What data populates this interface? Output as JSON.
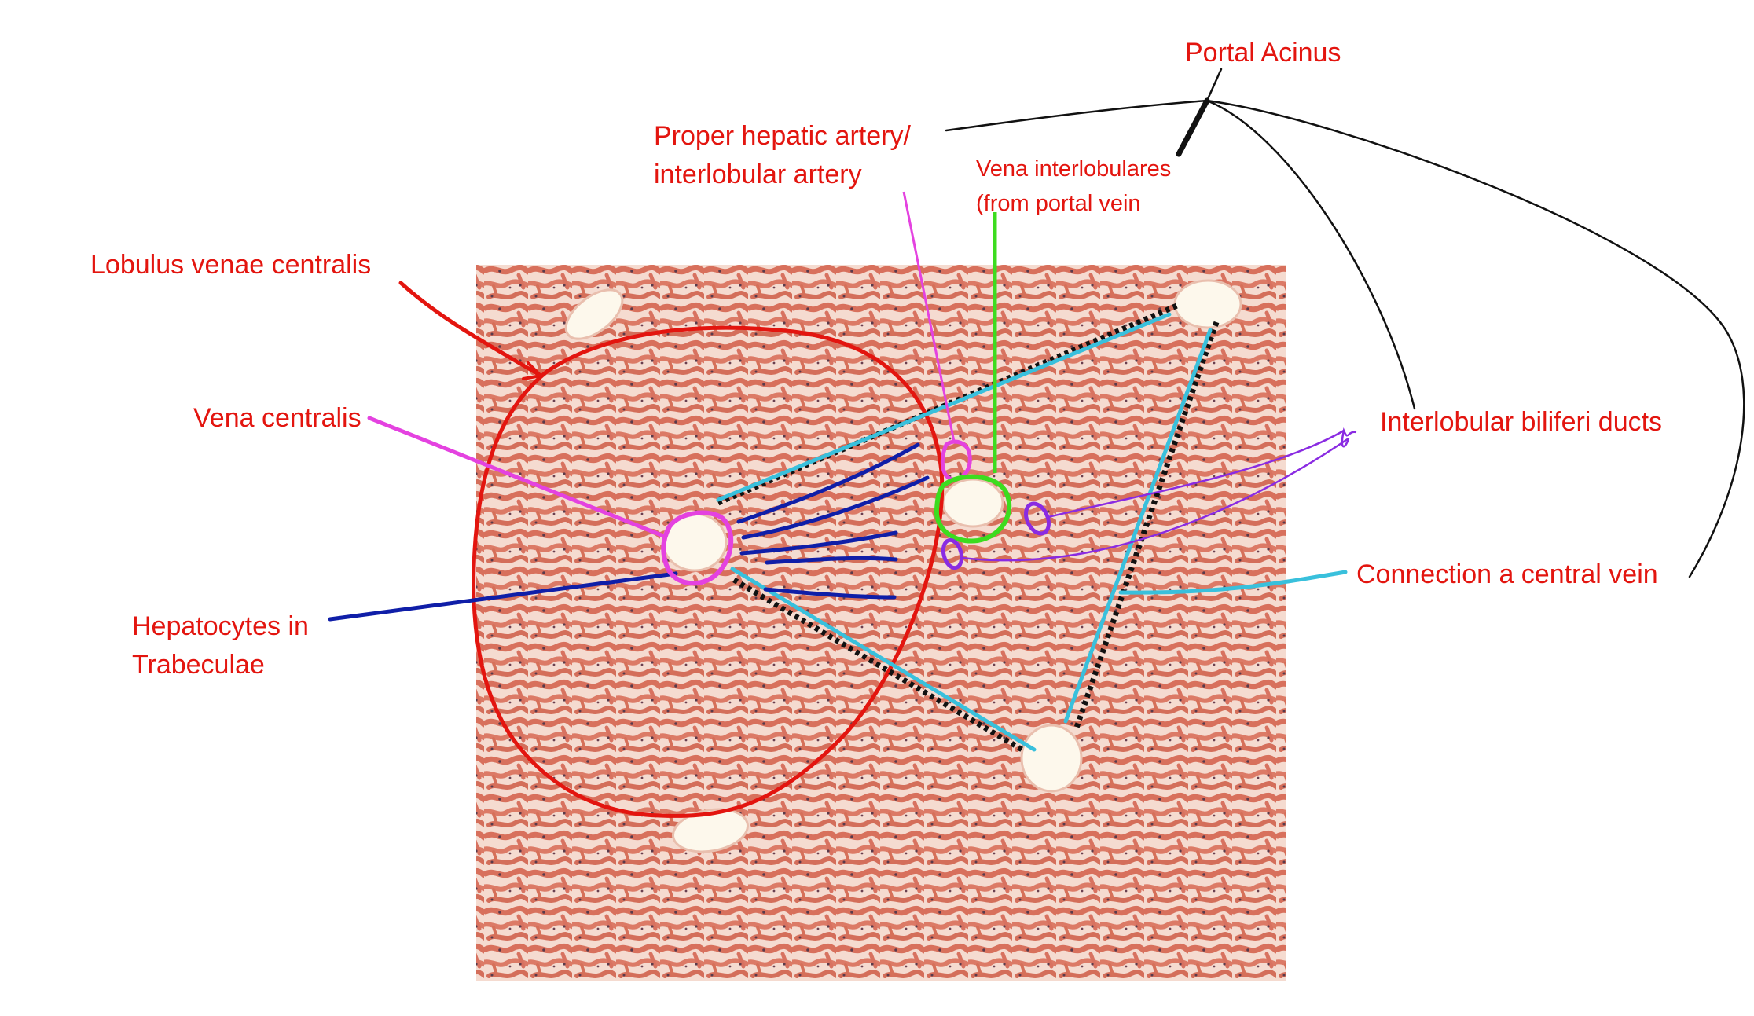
{
  "labels": {
    "portal_acinus": "Portal Acinus",
    "proper_hepatic_artery_line1": "Proper hepatic artery/",
    "proper_hepatic_artery_line2": "interlobular artery",
    "vena_interlobulares_line1": "Vena interlobulares",
    "vena_interlobulares_line2": "(from portal vein",
    "lobulus_venae_centralis": "Lobulus venae centralis",
    "vena_centralis": "Vena centralis",
    "interlobular_biliferi_ducts": "Interlobular biliferi ducts",
    "connection_central_vein": "Connection a central vein",
    "hepatocytes_line1": "Hepatocytes in",
    "hepatocytes_line2": "Trabeculae"
  },
  "colors": {
    "label_text": "#e3150f",
    "lobule_outline": "#e3150f",
    "central_vein_marker": "#e442e0",
    "artery_marker": "#e442e0",
    "portal_vein_marker": "#3ddc1f",
    "bile_duct_marker": "#8a2be2",
    "trabeculae_strokes": "#0f1ea8",
    "acinus_connections": "#39c0dc",
    "acinus_dotted_border": "#111111",
    "leader_lines_black": "#111111",
    "tissue_background": "#f2d3c6",
    "tissue_cords": "#d97563"
  },
  "image": {
    "subject": "histology-liver-section",
    "content": "hepatic lobule with central veins, portal triad and sinusoids"
  }
}
